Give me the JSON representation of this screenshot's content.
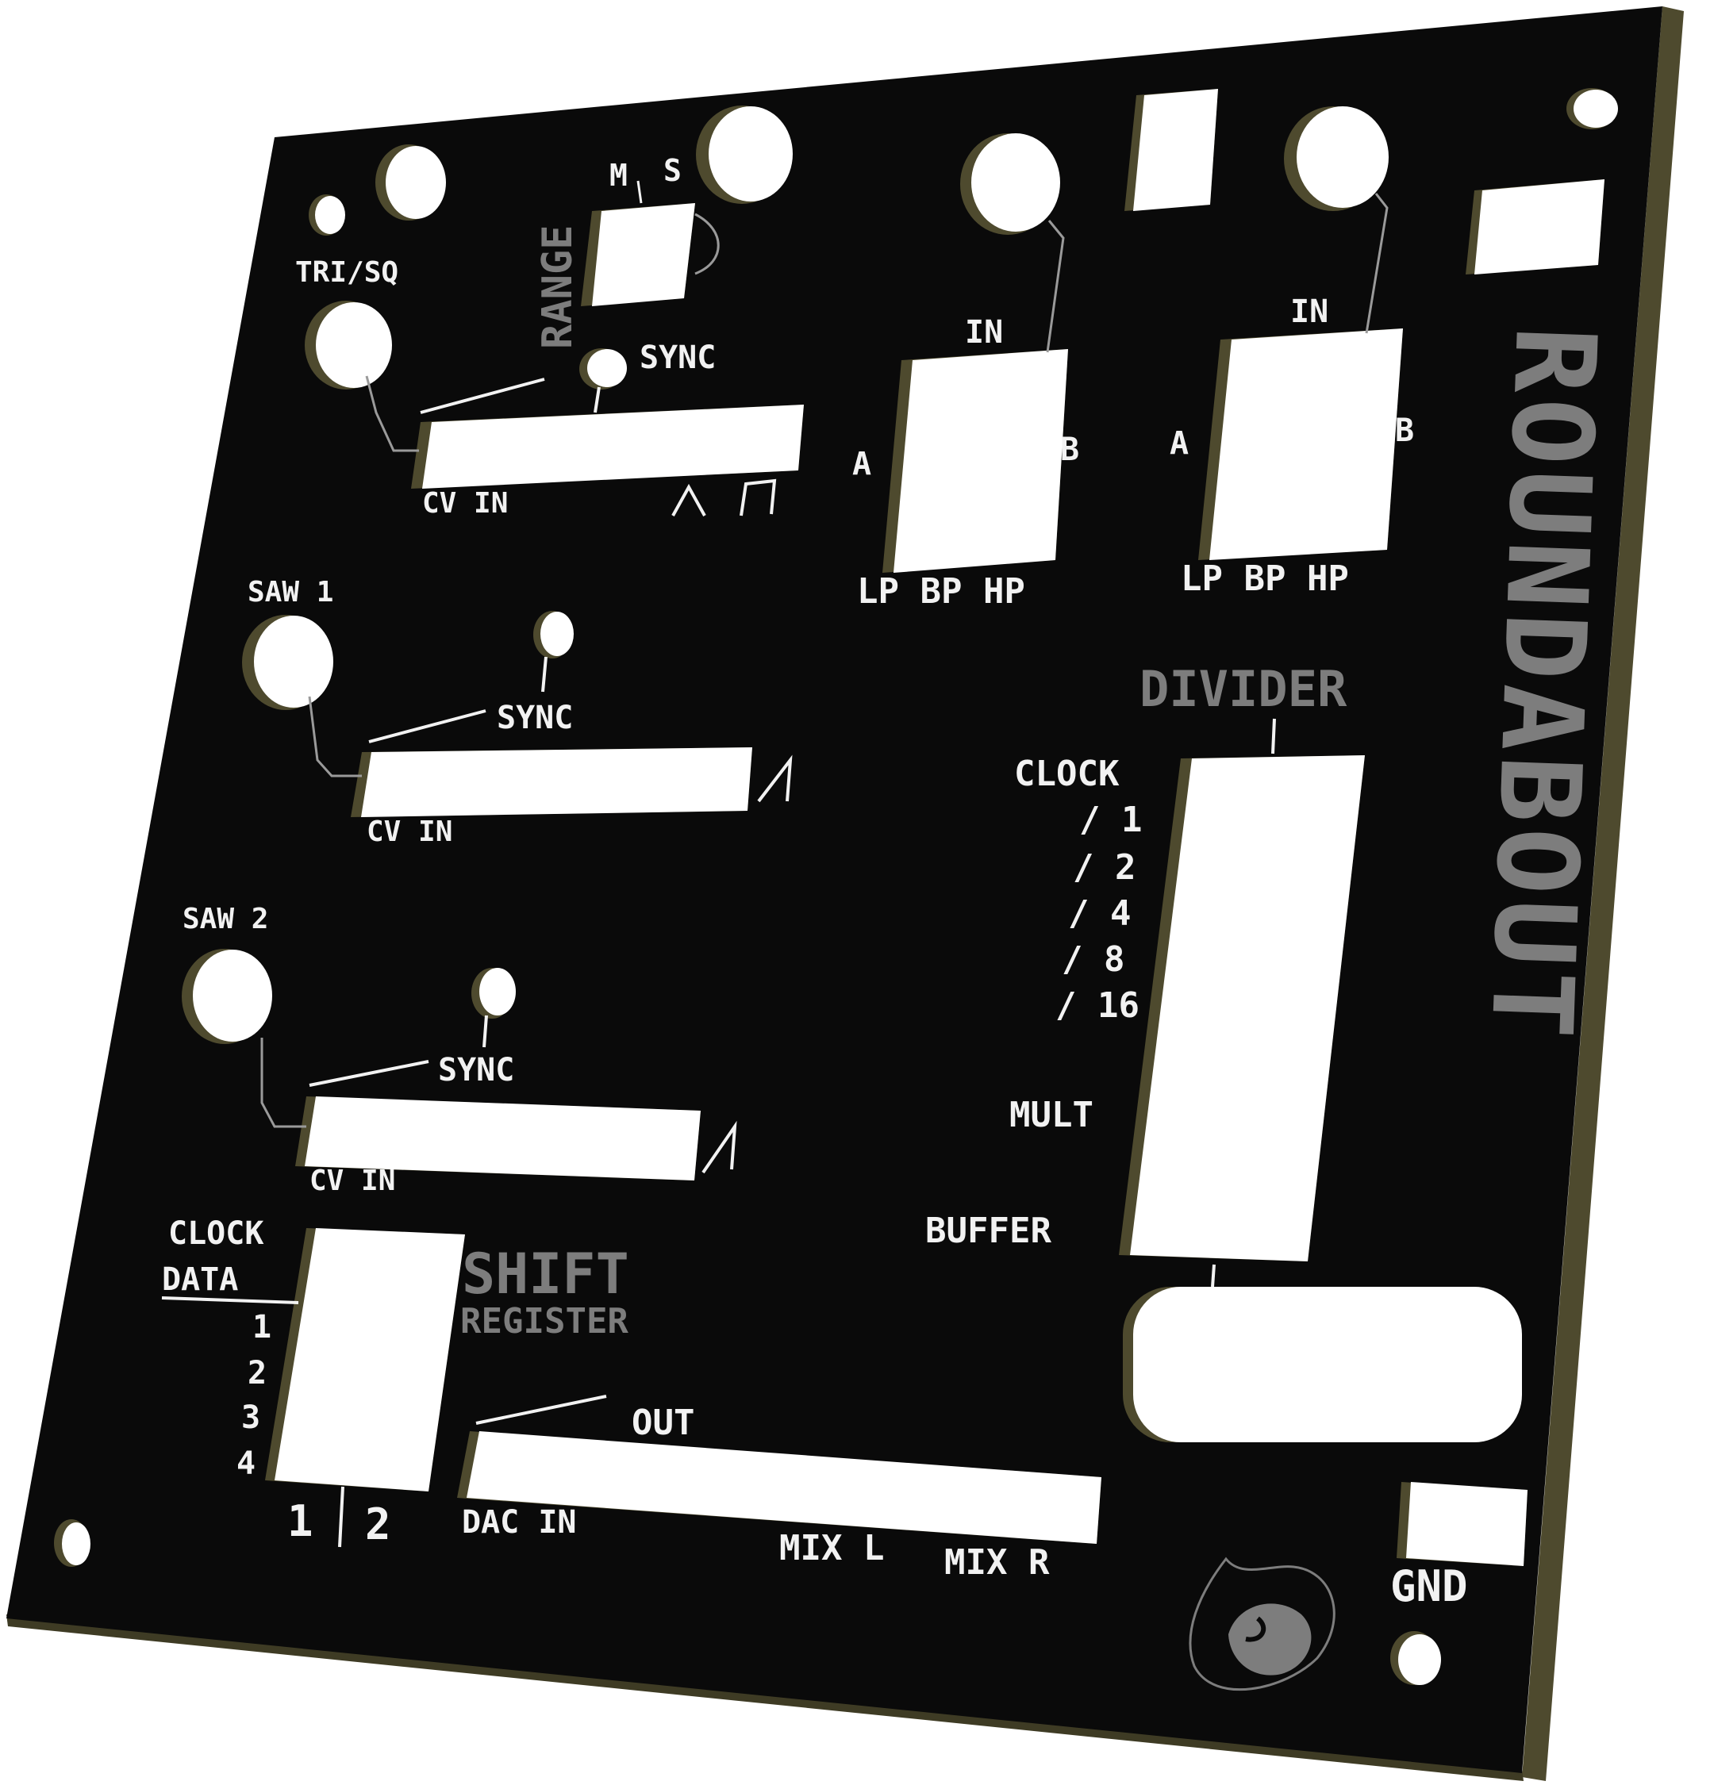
{
  "colors": {
    "panel": "#0a0a0a",
    "edge": "#4e4a2e",
    "hole": "#ffffff",
    "silk": "#f2f2f2",
    "grey_silk": "#7d7d7d"
  },
  "title": "ROUNDABOUT",
  "vco": {
    "tri_sq": "TRI/SQ",
    "range": "RANGE",
    "ms_m": "M",
    "ms_s": "S",
    "sync": "SYNC",
    "cv_in": "CV IN",
    "wave_tri": "/\\",
    "wave_sq": "⊓"
  },
  "saw1": {
    "label": "SAW 1",
    "sync": "SYNC",
    "cv_in": "CV IN",
    "wave": "/|"
  },
  "saw2": {
    "label": "SAW 2",
    "sync": "SYNC",
    "cv_in": "CV IN",
    "wave": "/|"
  },
  "filter1": {
    "in": "IN",
    "a": "A",
    "b": "B",
    "modes": "LP BP HP"
  },
  "filter2": {
    "in": "IN",
    "a": "A",
    "b": "B",
    "modes": "LP BP HP"
  },
  "divider": {
    "title": "DIVIDER",
    "clock": "CLOCK",
    "div1": "/ 1",
    "div2": "/ 2",
    "div4": "/ 4",
    "div8": "/ 8",
    "div16": "/ 16",
    "mult": "MULT",
    "buffer": "BUFFER"
  },
  "shift": {
    "title": "SHIFT",
    "subtitle": "REGISTER",
    "clock": "CLOCK",
    "data": "DATA",
    "o1": "1",
    "o2": "2",
    "o3": "3",
    "o4": "4",
    "b1": "1",
    "b2": "2"
  },
  "dac": {
    "out": "OUT",
    "dac_in": "DAC IN",
    "mix_l": "MIX L",
    "mix_r": "MIX R"
  },
  "gnd": "GND"
}
